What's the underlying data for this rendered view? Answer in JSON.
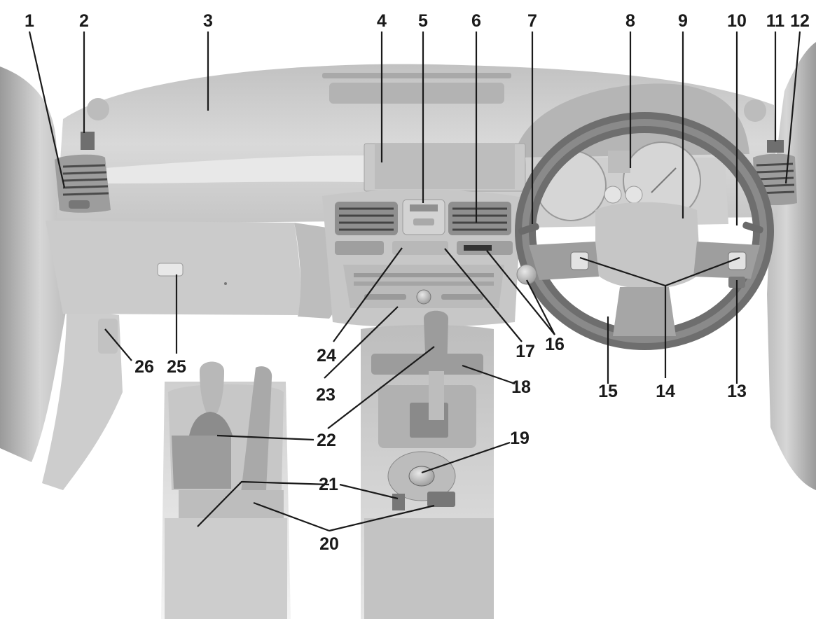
{
  "figure": {
    "callouts": [
      "1",
      "2",
      "3",
      "4",
      "5",
      "6",
      "7",
      "8",
      "9",
      "10",
      "11",
      "12",
      "13",
      "14",
      "15",
      "16",
      "17",
      "18",
      "19",
      "20",
      "21",
      "22",
      "23",
      "24",
      "25",
      "26"
    ],
    "colors": {
      "background": "#ffffff",
      "dash_light": "#d4d4d4",
      "dash_mid": "#bdbdbd",
      "dash_dark": "#8f8f8f",
      "trim_dark": "#555555",
      "label": "#1a1a1a"
    }
  }
}
